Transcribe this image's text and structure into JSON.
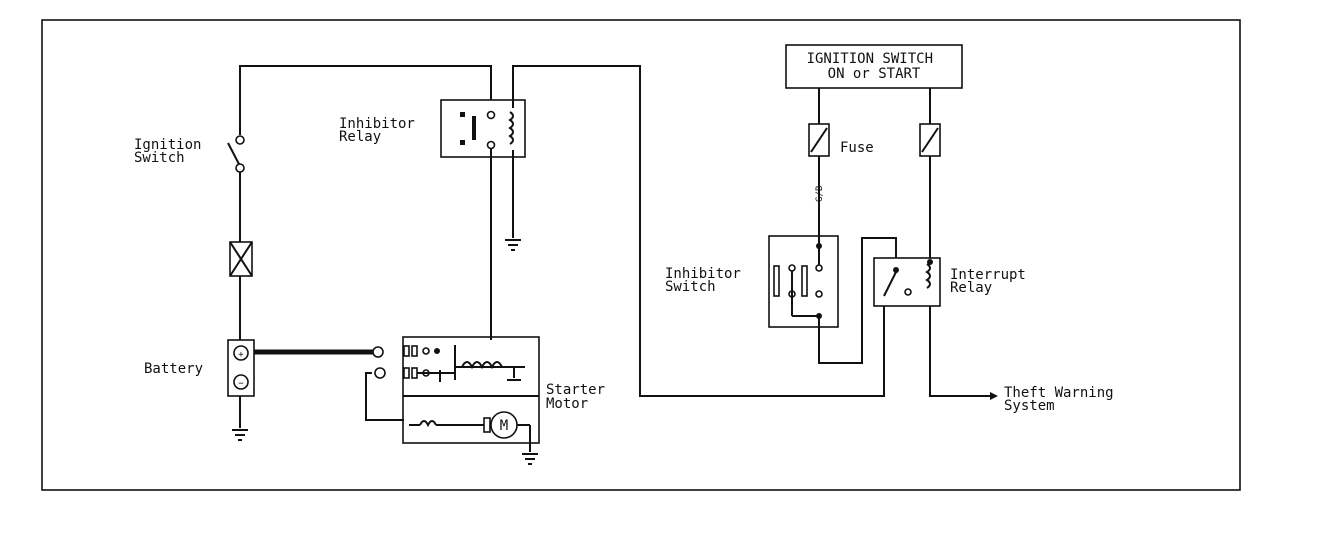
{
  "labels": {
    "ignition_switch": [
      "Ignition",
      "Switch"
    ],
    "inhibitor_relay": [
      "Inhibitor",
      "Relay"
    ],
    "battery": "Battery",
    "starter_motor": [
      "Starter",
      "Motor"
    ],
    "motor_symbol": "M",
    "ignition_box": [
      "IGNITION SWITCH",
      "ON or START"
    ],
    "fuse": "Fuse",
    "wire_code": "G/B",
    "inhibitor_switch": [
      "Inhibitor",
      "Switch"
    ],
    "interrupt_relay": [
      "Interrupt",
      "Relay"
    ],
    "theft_warning": [
      "Theft Warning",
      "System"
    ],
    "battery_plus": "+",
    "battery_minus": "−"
  }
}
